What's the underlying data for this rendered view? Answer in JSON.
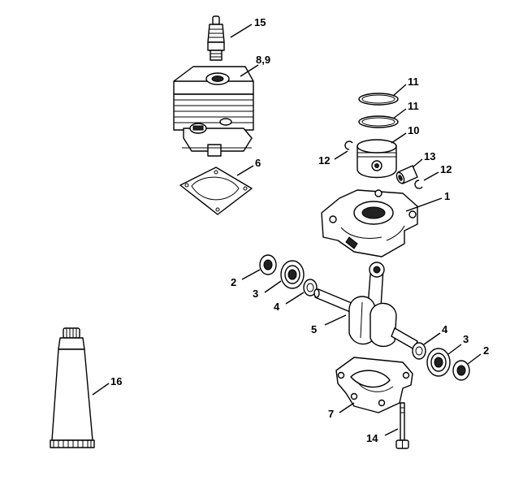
{
  "labels": {
    "spark_plug": "15",
    "cylinder": "8,9",
    "ring_top": "11",
    "ring_bottom": "11",
    "piston": "10",
    "circlip_left": "12",
    "piston_pin": "13",
    "circlip_right": "12",
    "gasket": "6",
    "crankcase_upper": "1",
    "oil_seal_left": "2",
    "bearing_left": "3",
    "washer_left": "4",
    "crankshaft": "5",
    "washer_right": "4",
    "bearing_right": "3",
    "oil_seal_right": "2",
    "crankcase_lower": "7",
    "screw": "14",
    "grease_tube": "16"
  }
}
